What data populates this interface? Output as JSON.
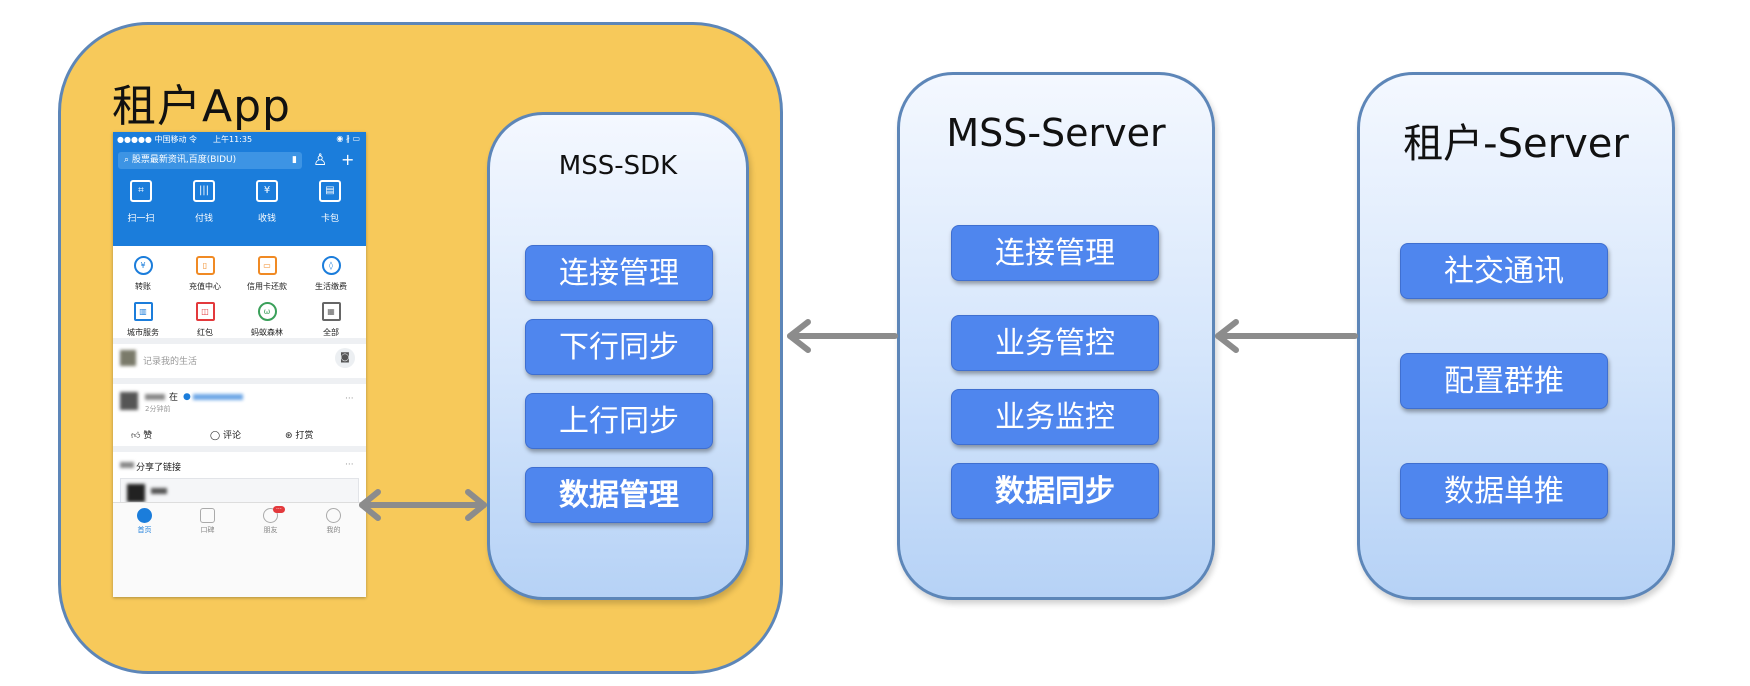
{
  "app": {
    "title": "租户App",
    "phone": {
      "status_left": "●●●●● 中国移动 令",
      "status_time": "上午11:35",
      "status_right": "◉ ∦ ▭",
      "search_placeholder": "股票最新资讯,百度(BIDU)",
      "top_tiles": [
        {
          "label": "扫一扫",
          "icon": "scan-icon",
          "glyph": "⌗"
        },
        {
          "label": "付钱",
          "icon": "barcode-icon",
          "glyph": "|||"
        },
        {
          "label": "收钱",
          "icon": "yuan-icon",
          "glyph": "¥"
        },
        {
          "label": "卡包",
          "icon": "card-icon",
          "glyph": "▤"
        }
      ],
      "grid": [
        {
          "label": "转账",
          "icon": "transfer-icon",
          "color": "#1b7ddb",
          "glyph": "¥"
        },
        {
          "label": "充值中心",
          "icon": "phone-charge-icon",
          "color": "#f08a24",
          "glyph": "▯"
        },
        {
          "label": "信用卡还款",
          "icon": "credit-card-icon",
          "color": "#f08a24",
          "glyph": "▭"
        },
        {
          "label": "生活缴费",
          "icon": "utility-icon",
          "color": "#1b7ddb",
          "glyph": "◊"
        },
        {
          "label": "城市服务",
          "icon": "city-icon",
          "color": "#1b7ddb",
          "glyph": "▥"
        },
        {
          "label": "红包",
          "icon": "red-packet-icon",
          "color": "#e3393c",
          "glyph": "◫"
        },
        {
          "label": "蚂蚁森林",
          "icon": "forest-icon",
          "color": "#3aa05a",
          "glyph": "ѡ"
        },
        {
          "label": "全部",
          "icon": "all-icon",
          "color": "#666666",
          "glyph": "▦"
        }
      ],
      "life_record": "记录我的生活",
      "feed_location": "在",
      "feed_time": "2分钟前",
      "feed_actions": [
        "赞",
        "评论",
        "打赏"
      ],
      "more": "···",
      "share_title": "分享了链接",
      "bottom_nav": [
        "首页",
        "口碑",
        "朋友",
        "我的"
      ],
      "badge": "···"
    }
  },
  "sdk": {
    "title": "MSS-SDK",
    "items": [
      "连接管理",
      "下行同步",
      "上行同步",
      "数据管理"
    ]
  },
  "mss_server": {
    "title": "MSS-Server",
    "items": [
      "连接管理",
      "业务管控",
      "业务监控",
      "数据同步"
    ]
  },
  "tenant_server": {
    "title": "租户-Server",
    "items": [
      "社交通讯",
      "配置群推",
      "数据单推"
    ]
  },
  "colors": {
    "app_background": "#f7c95a",
    "box_border": "#5d86b8",
    "pill": "#4f86ee",
    "arrow": "#8c8c8c"
  }
}
